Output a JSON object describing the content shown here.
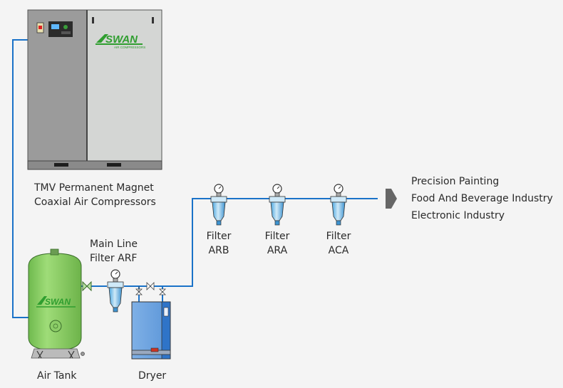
{
  "compressor": {
    "brand": "SWAN",
    "brand_sub": "AIR COMPRESSORS",
    "label_line1": "TMV Permanent Magnet",
    "label_line2": "Coaxial Air Compressors"
  },
  "air_tank": {
    "brand": "SWAN",
    "label": "Air Tank"
  },
  "main_filter": {
    "label_line1": "Main Line",
    "label_line2": "Filter ARF"
  },
  "dryer": {
    "label": "Dryer"
  },
  "filters": [
    {
      "line1": "Filter",
      "line2": "ARB"
    },
    {
      "line1": "Filter",
      "line2": "ARA"
    },
    {
      "line1": "Filter",
      "line2": "ACA"
    }
  ],
  "applications": [
    "Precision Painting",
    "Food And Beverage Industry",
    "Electronic Industry"
  ],
  "colors": {
    "pipe": "#1a72c8",
    "cabinet_dark": "#9b9b9b",
    "cabinet_light": "#d4d6d4",
    "tank_green": "#8fd06a",
    "brand_green": "#2f9e2f",
    "dryer_blue": "#3c7fd0",
    "arrow": "#666666"
  }
}
